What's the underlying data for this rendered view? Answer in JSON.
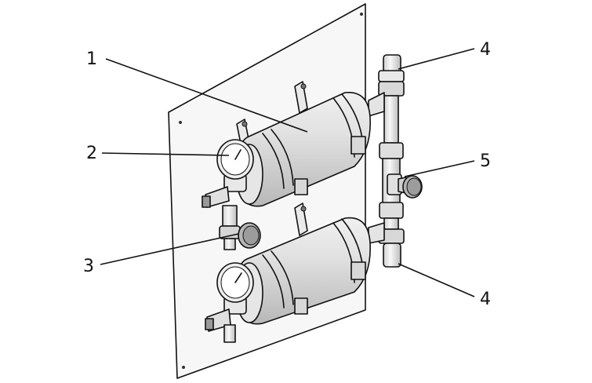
{
  "callouts": [
    {
      "id": "1",
      "label": "1"
    },
    {
      "id": "2",
      "label": "2"
    },
    {
      "id": "3",
      "label": "3"
    },
    {
      "id": "4a",
      "label": "4"
    },
    {
      "id": "5",
      "label": "5"
    },
    {
      "id": "4b",
      "label": "4"
    }
  ],
  "colors": {
    "outline": "#111111",
    "panel": "#f4f4f4",
    "tank": "#d6d6d6",
    "metal": "#e8e8e8",
    "dark": "#555555"
  }
}
